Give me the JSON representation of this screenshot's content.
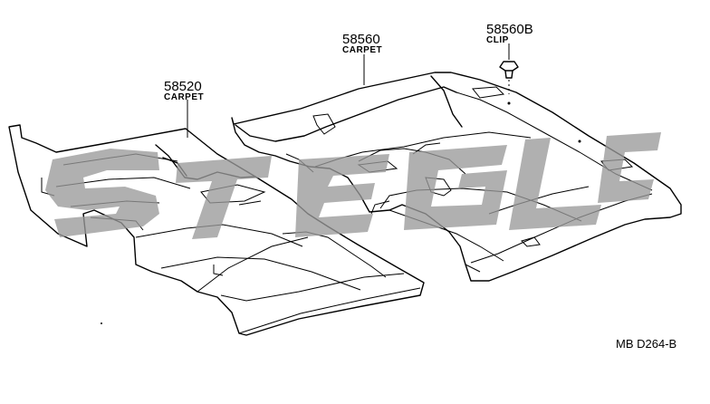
{
  "parts": [
    {
      "number": "58520",
      "name": "CARPET"
    },
    {
      "number": "58560",
      "name": "CARPET"
    },
    {
      "number": "58560B",
      "name": "CLIP"
    }
  ],
  "diagram_code": "MB D264-B"
}
